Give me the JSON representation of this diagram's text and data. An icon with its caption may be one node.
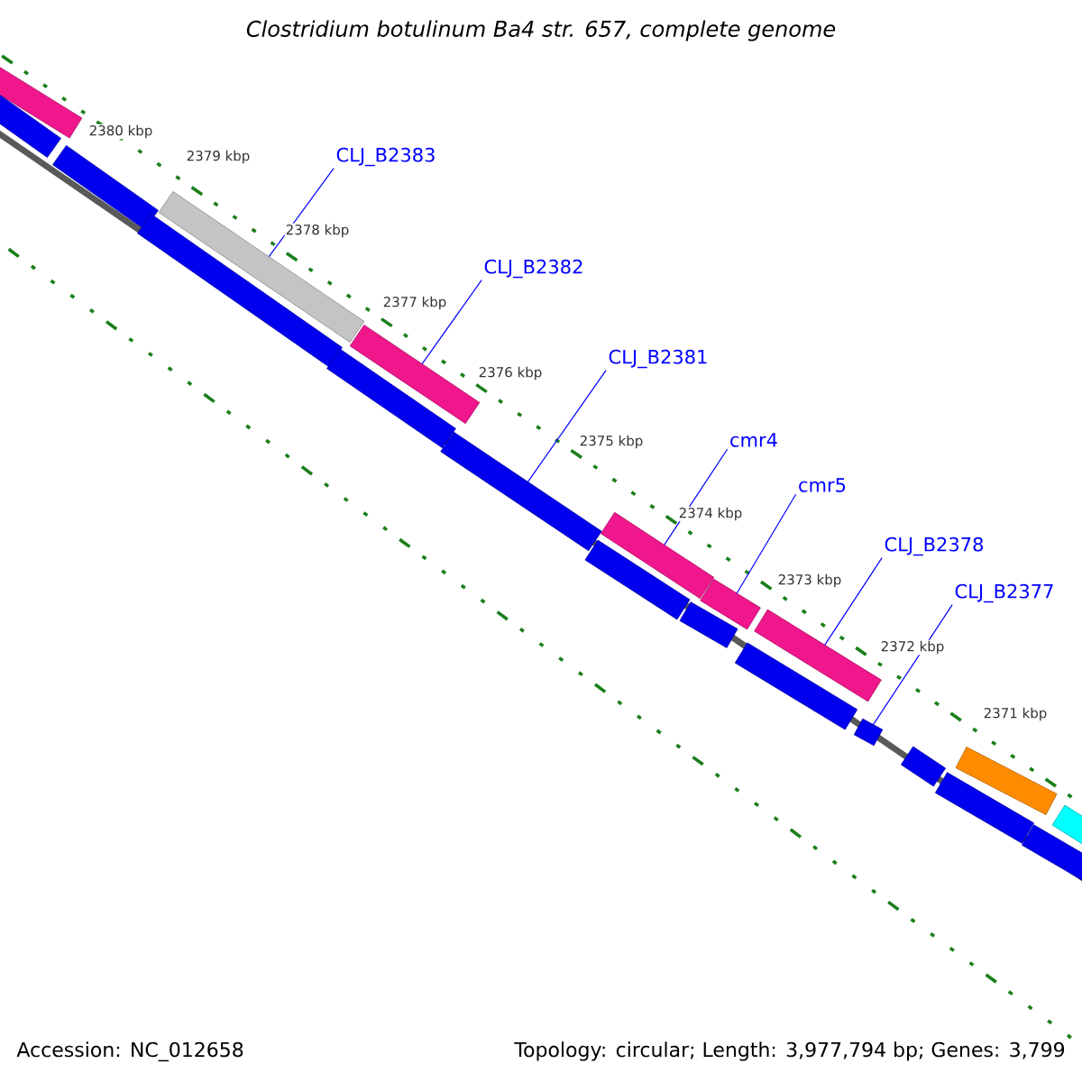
{
  "diagram": {
    "title": "*Clostridium botulinum Ba4 str. 657, complete genome*",
    "nodes": [
      {
        "text": [
          "CLJ_B2383"
        ]
      },
      {
        "text": [
          "CLJ_B2382"
        ]
      },
      {
        "text": [
          "CLJ_B2381"
        ]
      },
      {
        "text": [
          "cmr4"
        ]
      },
      {
        "text": [
          "cmr5"
        ]
      },
      {
        "text": [
          "CLJ_B2378"
        ]
      },
      {
        "text": [
          "CLJ_B2377"
        ]
      },
      {
        "text": [],
        "shape": "bar"
      },
      {
        "text": [],
        "shape": "bar"
      },
      {
        "text": [],
        "shape": "bar"
      },
      {
        "text": [],
        "shape": "bar"
      },
      {
        "text": [],
        "shape": "bar"
      },
      {
        "text": [],
        "shape": "bar"
      },
      {
        "text": [],
        "shape": "bar"
      },
      {
        "text": [],
        "shape": "bar"
      },
      {
        "text": [],
        "shape": "bar"
      },
      {
        "text": [],
        "shape": "bar"
      },
      {
        "text": [],
        "shape": "bar"
      },
      {
        "text": [],
        "shape": "bar"
      },
      {
        "text": [],
        "shape": "bar"
      },
      {
        "text": [],
        "shape": "bar"
      },
      {
        "text": [],
        "shape": "bar"
      },
      {
        "text": [],
        "shape": "bar"
      },
      {
        "text": [],
        "shape": "bar"
      },
      {
        "text": [],
        "shape": "bar"
      },
      {
        "text": [],
        "shape": "bar"
      },
      {
        "text": [],
        "shape": "bar"
      }
    ],
    "edges": [
      {
        "from": 0,
        "to": 11,
        "arrow": "none"
      },
      {
        "from": 1,
        "to": 13,
        "arrow": "none"
      },
      {
        "from": 2,
        "to": 14,
        "arrow": "none"
      },
      {
        "from": 3,
        "to": 16,
        "arrow": "none"
      },
      {
        "from": 4,
        "to": 18,
        "arrow": "none"
      },
      {
        "from": 5,
        "to": 20,
        "arrow": "none"
      },
      {
        "from": 6,
        "to": 21,
        "arrow": "none"
      }
    ],
    "labels": [
      "2380 kbp",
      "2379 kbp",
      "2378 kbp",
      "2377 kbp",
      "2376 kbp",
      "2375 kbp",
      "2374 kbp",
      "2373 kbp",
      "2372 kbp",
      "2371 kbp",
      "Accession: NC_012658",
      "Topology: circular; Length: 3,977,794 bp; Genes: 3,799"
    ]
  }
}
